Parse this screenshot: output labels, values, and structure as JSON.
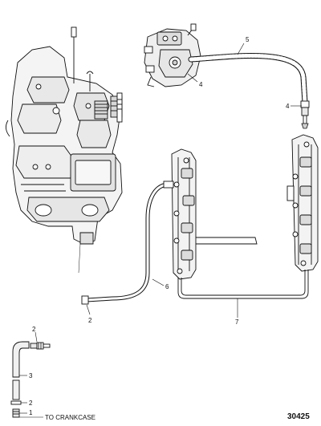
{
  "callouts": {
    "c5": "5",
    "c4_top": "4",
    "c4_right": "4",
    "c6": "6",
    "c2_bottom": "2",
    "c7": "7",
    "c2_detail_top": "2",
    "c3": "3",
    "c2_detail_bottom": "2",
    "c1": "1"
  },
  "caption": "TO CRANKCASE",
  "reference_number": "30425",
  "colors": {
    "line": "#111111",
    "fill_light": "#f2f2f2",
    "fill_mid": "#cfcfcf",
    "fill_dark": "#555555"
  }
}
